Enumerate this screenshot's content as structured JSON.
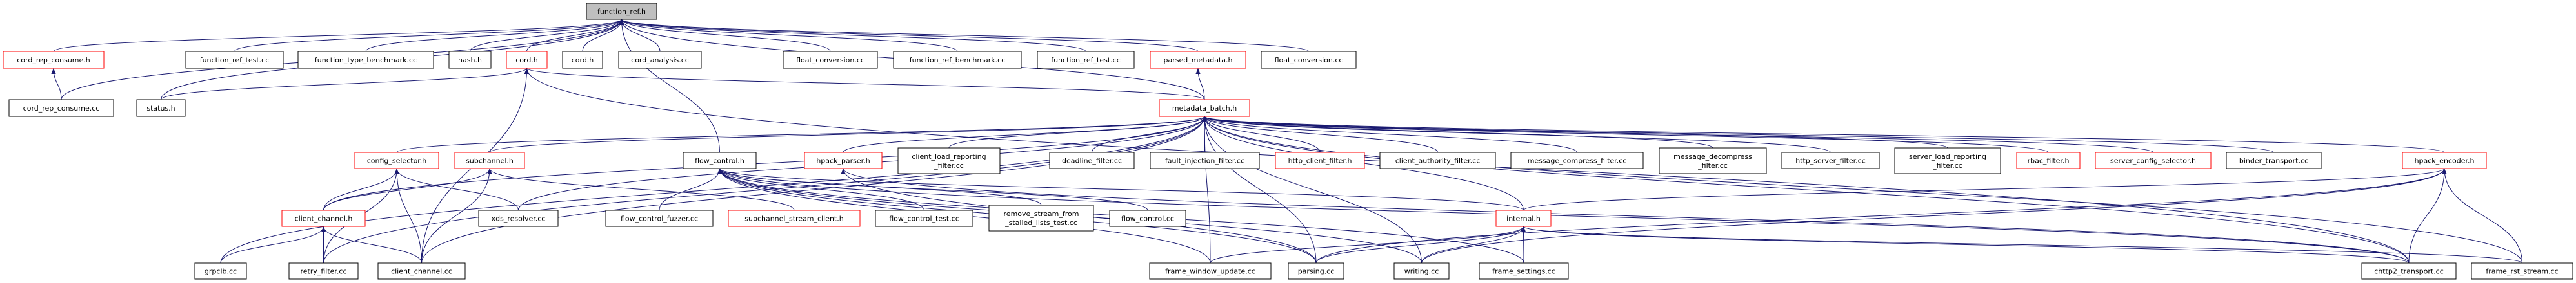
{
  "colors": {
    "edge": "#191970",
    "highlight_border": "#ff0000",
    "normal_border": "#000000",
    "root_fill": "#bfbfbf"
  },
  "nodes": [
    {
      "id": "function_ref_h",
      "lines": [
        "function_ref.h"
      ],
      "root": true
    },
    {
      "id": "cord_rep_consume_h",
      "lines": [
        "cord_rep_consume.h"
      ],
      "highlighted": true
    },
    {
      "id": "function_ref_test_cc_a",
      "lines": [
        "function_ref_test.cc"
      ]
    },
    {
      "id": "function_type_benchmark_cc",
      "lines": [
        "function_type_benchmark.cc"
      ]
    },
    {
      "id": "hash_h",
      "lines": [
        "hash.h"
      ]
    },
    {
      "id": "cord_h_red",
      "lines": [
        "cord.h"
      ],
      "highlighted": true
    },
    {
      "id": "cord_h",
      "lines": [
        "cord.h"
      ]
    },
    {
      "id": "cord_analysis_cc",
      "lines": [
        "cord_analysis.cc"
      ]
    },
    {
      "id": "float_conversion_cc_a",
      "lines": [
        "float_conversion.cc"
      ]
    },
    {
      "id": "function_ref_benchmark_cc",
      "lines": [
        "function_ref_benchmark.cc"
      ]
    },
    {
      "id": "function_ref_test_cc_b",
      "lines": [
        "function_ref_test.cc"
      ]
    },
    {
      "id": "parsed_metadata_h",
      "lines": [
        "parsed_metadata.h"
      ],
      "highlighted": true
    },
    {
      "id": "float_conversion_cc_b",
      "lines": [
        "float_conversion.cc"
      ]
    },
    {
      "id": "cord_rep_consume_cc",
      "lines": [
        "cord_rep_consume.cc"
      ]
    },
    {
      "id": "status_h",
      "lines": [
        "status.h"
      ]
    },
    {
      "id": "metadata_batch_h",
      "lines": [
        "metadata_batch.h"
      ],
      "highlighted": true
    },
    {
      "id": "config_selector_h",
      "lines": [
        "config_selector.h"
      ],
      "highlighted": true
    },
    {
      "id": "subchannel_h",
      "lines": [
        "subchannel.h"
      ],
      "highlighted": true
    },
    {
      "id": "flow_control_h",
      "lines": [
        "flow_control.h"
      ]
    },
    {
      "id": "hpack_parser_h",
      "lines": [
        "hpack_parser.h"
      ],
      "highlighted": true
    },
    {
      "id": "client_load_reporting_filter_cc",
      "lines": [
        "client_load_reporting",
        "_filter.cc"
      ]
    },
    {
      "id": "deadline_filter_cc",
      "lines": [
        "deadline_filter.cc"
      ]
    },
    {
      "id": "fault_injection_filter_cc",
      "lines": [
        "fault_injection_filter.cc"
      ]
    },
    {
      "id": "http_client_filter_h",
      "lines": [
        "http_client_filter.h"
      ],
      "highlighted": true
    },
    {
      "id": "client_authority_filter_cc",
      "lines": [
        "client_authority_filter.cc"
      ]
    },
    {
      "id": "message_compress_filter_cc",
      "lines": [
        "message_compress_filter.cc"
      ]
    },
    {
      "id": "message_decompress_filter_cc",
      "lines": [
        "message_decompress",
        "_filter.cc"
      ]
    },
    {
      "id": "http_server_filter_cc",
      "lines": [
        "http_server_filter.cc"
      ]
    },
    {
      "id": "server_load_reporting_filter_cc",
      "lines": [
        "server_load_reporting",
        "_filter.cc"
      ]
    },
    {
      "id": "rbac_filter_h",
      "lines": [
        "rbac_filter.h"
      ],
      "highlighted": true
    },
    {
      "id": "server_config_selector_h",
      "lines": [
        "server_config_selector.h"
      ],
      "highlighted": true
    },
    {
      "id": "binder_transport_cc",
      "lines": [
        "binder_transport.cc"
      ]
    },
    {
      "id": "hpack_encoder_h",
      "lines": [
        "hpack_encoder.h"
      ],
      "highlighted": true
    },
    {
      "id": "client_channel_h",
      "lines": [
        "client_channel.h"
      ],
      "highlighted": true
    },
    {
      "id": "xds_resolver_cc",
      "lines": [
        "xds_resolver.cc"
      ]
    },
    {
      "id": "flow_control_fuzzer_cc",
      "lines": [
        "flow_control_fuzzer.cc"
      ]
    },
    {
      "id": "subchannel_stream_client_h",
      "lines": [
        "subchannel_stream_client.h"
      ],
      "highlighted": true
    },
    {
      "id": "flow_control_test_cc",
      "lines": [
        "flow_control_test.cc"
      ]
    },
    {
      "id": "remove_stream_test_cc",
      "lines": [
        "remove_stream_from",
        "_stalled_lists_test.cc"
      ]
    },
    {
      "id": "flow_control_cc",
      "lines": [
        "flow_control.cc"
      ]
    },
    {
      "id": "internal_h",
      "lines": [
        "internal.h"
      ],
      "highlighted": true
    },
    {
      "id": "grpclb_cc",
      "lines": [
        "grpclb.cc"
      ]
    },
    {
      "id": "retry_filter_cc",
      "lines": [
        "retry_filter.cc"
      ]
    },
    {
      "id": "client_channel_cc",
      "lines": [
        "client_channel.cc"
      ]
    },
    {
      "id": "frame_window_update_cc",
      "lines": [
        "frame_window_update.cc"
      ]
    },
    {
      "id": "parsing_cc",
      "lines": [
        "parsing.cc"
      ]
    },
    {
      "id": "writing_cc",
      "lines": [
        "writing.cc"
      ]
    },
    {
      "id": "frame_settings_cc",
      "lines": [
        "frame_settings.cc"
      ]
    },
    {
      "id": "chttp2_transport_cc",
      "lines": [
        "chttp2_transport.cc"
      ]
    },
    {
      "id": "frame_rst_stream_cc",
      "lines": [
        "frame_rst_stream.cc"
      ]
    }
  ],
  "edges": [
    [
      "cord_rep_consume_h",
      "function_ref_h"
    ],
    [
      "function_ref_test_cc_a",
      "function_ref_h"
    ],
    [
      "function_type_benchmark_cc",
      "function_ref_h"
    ],
    [
      "hash_h",
      "function_ref_h"
    ],
    [
      "cord_h_red",
      "function_ref_h"
    ],
    [
      "cord_h",
      "function_ref_h"
    ],
    [
      "cord_analysis_cc",
      "function_ref_h"
    ],
    [
      "float_conversion_cc_a",
      "function_ref_h"
    ],
    [
      "function_ref_benchmark_cc",
      "function_ref_h"
    ],
    [
      "function_ref_test_cc_b",
      "function_ref_h"
    ],
    [
      "parsed_metadata_h",
      "function_ref_h"
    ],
    [
      "float_conversion_cc_b",
      "function_ref_h"
    ],
    [
      "cord_rep_consume_cc",
      "cord_rep_consume_h"
    ],
    [
      "cord_rep_consume_cc",
      "function_ref_h"
    ],
    [
      "status_h",
      "function_ref_h"
    ],
    [
      "status_h",
      "cord_h_red"
    ],
    [
      "metadata_batch_h",
      "function_ref_h"
    ],
    [
      "metadata_batch_h",
      "parsed_metadata_h"
    ],
    [
      "metadata_batch_h",
      "cord_h_red"
    ],
    [
      "flow_control_h",
      "function_ref_h"
    ],
    [
      "client_channel_cc",
      "cord_h_red"
    ],
    [
      "chttp2_transport_cc",
      "cord_h_red"
    ],
    [
      "config_selector_h",
      "metadata_batch_h"
    ],
    [
      "subchannel_h",
      "metadata_batch_h"
    ],
    [
      "client_channel_h",
      "metadata_batch_h"
    ],
    [
      "grpclb_cc",
      "metadata_batch_h"
    ],
    [
      "retry_filter_cc",
      "metadata_batch_h"
    ],
    [
      "client_channel_cc",
      "metadata_batch_h"
    ],
    [
      "xds_resolver_cc",
      "metadata_batch_h"
    ],
    [
      "hpack_parser_h",
      "metadata_batch_h"
    ],
    [
      "client_load_reporting_filter_cc",
      "metadata_batch_h"
    ],
    [
      "deadline_filter_cc",
      "metadata_batch_h"
    ],
    [
      "fault_injection_filter_cc",
      "metadata_batch_h"
    ],
    [
      "http_client_filter_h",
      "metadata_batch_h"
    ],
    [
      "client_authority_filter_cc",
      "metadata_batch_h"
    ],
    [
      "message_compress_filter_cc",
      "metadata_batch_h"
    ],
    [
      "message_decompress_filter_cc",
      "metadata_batch_h"
    ],
    [
      "http_server_filter_cc",
      "metadata_batch_h"
    ],
    [
      "server_load_reporting_filter_cc",
      "metadata_batch_h"
    ],
    [
      "rbac_filter_h",
      "metadata_batch_h"
    ],
    [
      "server_config_selector_h",
      "metadata_batch_h"
    ],
    [
      "binder_transport_cc",
      "metadata_batch_h"
    ],
    [
      "hpack_encoder_h",
      "metadata_batch_h"
    ],
    [
      "chttp2_transport_cc",
      "metadata_batch_h"
    ],
    [
      "frame_rst_stream_cc",
      "metadata_batch_h"
    ],
    [
      "internal_h",
      "metadata_batch_h"
    ],
    [
      "parsing_cc",
      "metadata_batch_h"
    ],
    [
      "writing_cc",
      "metadata_batch_h"
    ],
    [
      "frame_window_update_cc",
      "metadata_batch_h"
    ],
    [
      "client_channel_h",
      "config_selector_h"
    ],
    [
      "retry_filter_cc",
      "config_selector_h"
    ],
    [
      "client_channel_cc",
      "config_selector_h"
    ],
    [
      "xds_resolver_cc",
      "config_selector_h"
    ],
    [
      "client_channel_h",
      "subchannel_h"
    ],
    [
      "client_channel_cc",
      "subchannel_h"
    ],
    [
      "subchannel_stream_client_h",
      "subchannel_h"
    ],
    [
      "grpclb_cc",
      "client_channel_h"
    ],
    [
      "retry_filter_cc",
      "client_channel_h"
    ],
    [
      "client_channel_cc",
      "client_channel_h"
    ],
    [
      "flow_control_fuzzer_cc",
      "flow_control_h"
    ],
    [
      "flow_control_test_cc",
      "flow_control_h"
    ],
    [
      "remove_stream_test_cc",
      "flow_control_h"
    ],
    [
      "flow_control_cc",
      "flow_control_h"
    ],
    [
      "internal_h",
      "flow_control_h"
    ],
    [
      "parsing_cc",
      "flow_control_h"
    ],
    [
      "writing_cc",
      "flow_control_h"
    ],
    [
      "frame_settings_cc",
      "flow_control_h"
    ],
    [
      "chttp2_transport_cc",
      "flow_control_h"
    ],
    [
      "frame_window_update_cc",
      "flow_control_h"
    ],
    [
      "parsing_cc",
      "hpack_parser_h"
    ],
    [
      "chttp2_transport_cc",
      "hpack_parser_h"
    ],
    [
      "parsing_cc",
      "internal_h"
    ],
    [
      "writing_cc",
      "internal_h"
    ],
    [
      "frame_settings_cc",
      "internal_h"
    ],
    [
      "frame_window_update_cc",
      "internal_h"
    ],
    [
      "chttp2_transport_cc",
      "internal_h"
    ],
    [
      "frame_rst_stream_cc",
      "internal_h"
    ],
    [
      "chttp2_transport_cc",
      "hpack_encoder_h"
    ],
    [
      "frame_rst_stream_cc",
      "hpack_encoder_h"
    ],
    [
      "writing_cc",
      "hpack_encoder_h"
    ],
    [
      "internal_h",
      "hpack_encoder_h"
    ],
    [
      "parsing_cc",
      "hpack_encoder_h"
    ]
  ]
}
